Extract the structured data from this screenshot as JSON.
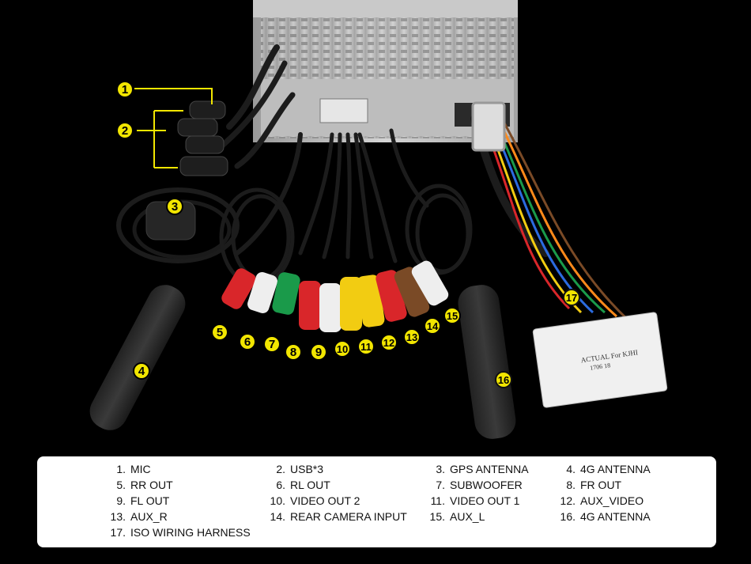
{
  "callouts": [
    "1",
    "2",
    "3",
    "4",
    "5",
    "6",
    "7",
    "8",
    "9",
    "10",
    "11",
    "12",
    "13",
    "14",
    "15",
    "16",
    "17"
  ],
  "label_text": {
    "line1": "ACTUAL For KJHI",
    "line2": "1706 18"
  },
  "legend": [
    [
      {
        "num": "1.",
        "text": "MIC"
      },
      {
        "num": "2.",
        "text": "USB*3"
      },
      {
        "num": "3.",
        "text": "GPS ANTENNA"
      },
      {
        "num": "4.",
        "text": "4G ANTENNA"
      }
    ],
    [
      {
        "num": "5.",
        "text": "RR OUT"
      },
      {
        "num": "6.",
        "text": "RL OUT"
      },
      {
        "num": "7.",
        "text": "SUBWOOFER"
      },
      {
        "num": "8.",
        "text": "FR OUT"
      }
    ],
    [
      {
        "num": "9.",
        "text": "FL OUT"
      },
      {
        "num": "10.",
        "text": "VIDEO OUT 2"
      },
      {
        "num": "11.",
        "text": "VIDEO OUT 1"
      },
      {
        "num": "12.",
        "text": "AUX_VIDEO"
      }
    ],
    [
      {
        "num": "13.",
        "text": "AUX_R"
      },
      {
        "num": "14.",
        "text": "REAR CAMERA INPUT"
      },
      {
        "num": "15.",
        "text": "AUX_L"
      },
      {
        "num": "16.",
        "text": "4G ANTENNA"
      }
    ],
    [
      {
        "num": "17.",
        "text": "ISO WIRING HARNESS"
      }
    ]
  ],
  "colors": {
    "background": "#000000",
    "callout": "#f2e600",
    "panel": "#ffffff",
    "rca_red": "#d9262a",
    "rca_white": "#eeeeee",
    "rca_yellow": "#f2cc12",
    "rca_green": "#1a9a4a",
    "rca_brown": "#7a4a26"
  }
}
